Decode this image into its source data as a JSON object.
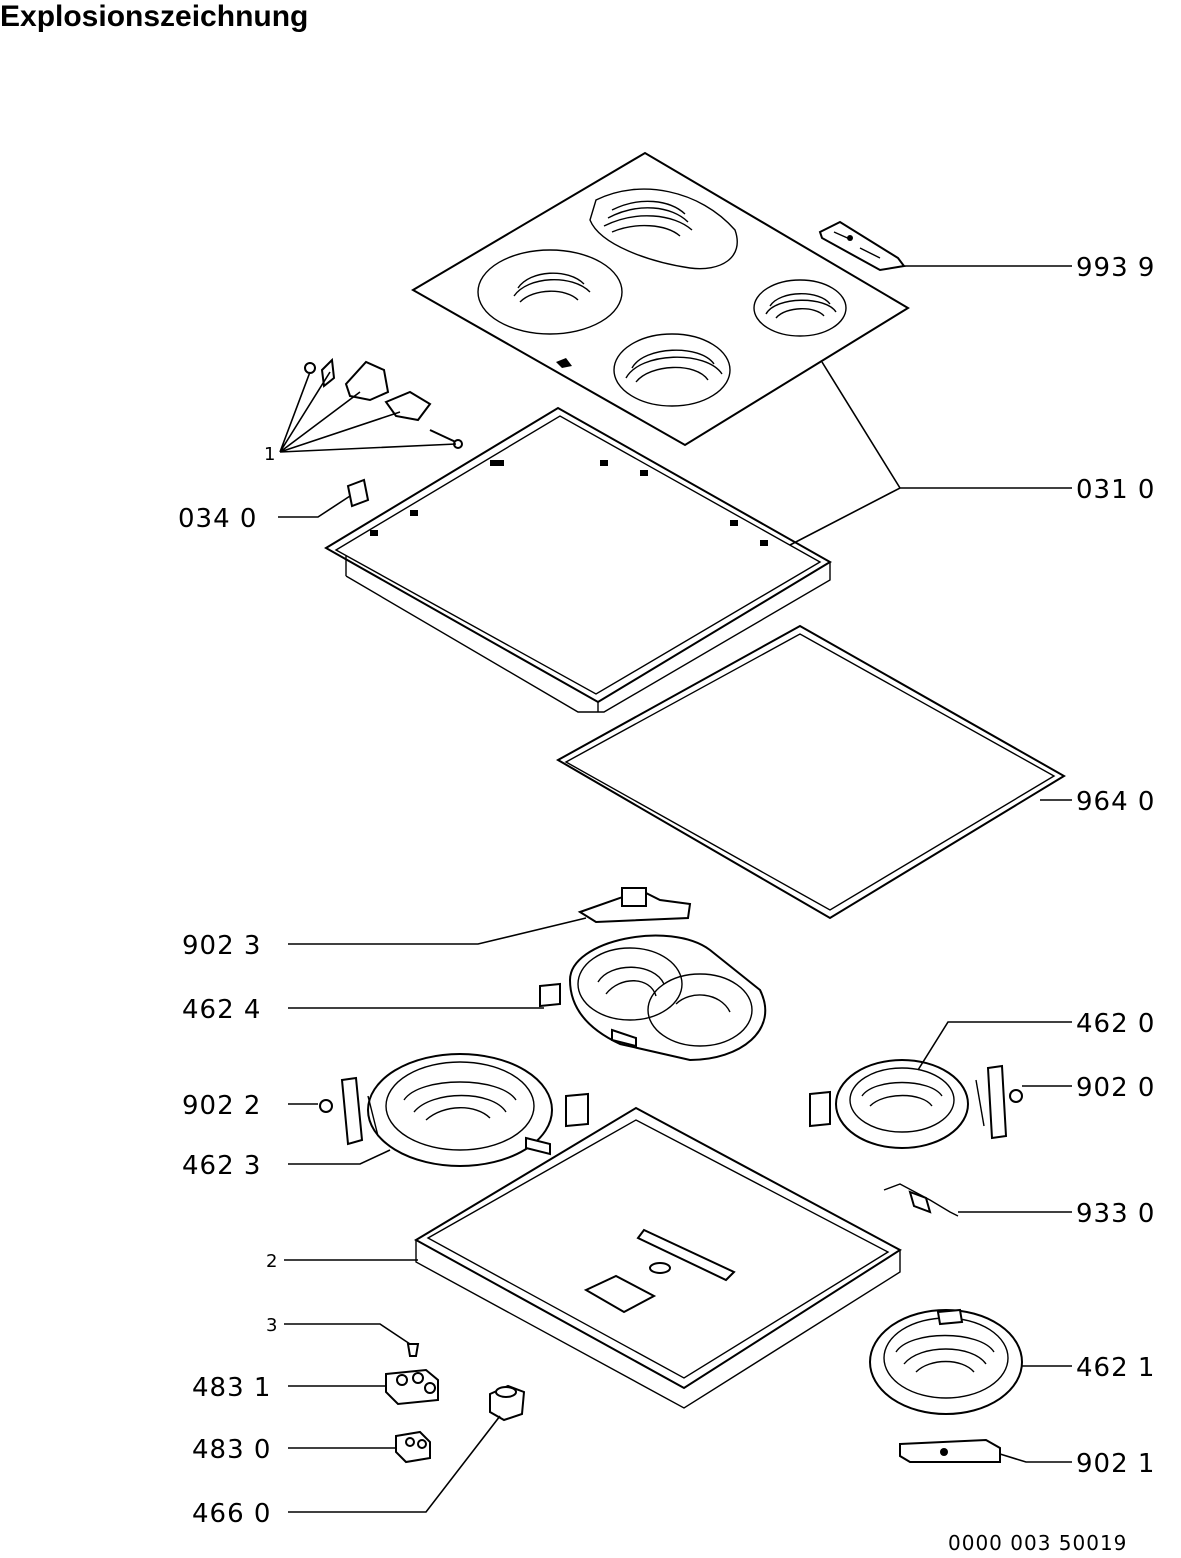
{
  "title": "Explosionszeichnung",
  "drawing_code": "0000 003 50019",
  "callouts": {
    "p9939": "993 9",
    "p0310": "031 0",
    "p0340": "034 0",
    "p1": "1",
    "p9640": "964 0",
    "p9023": "902 3",
    "p4624": "462 4",
    "p4620": "462 0",
    "p9022": "902 2",
    "p9020": "902 0",
    "p4623": "462 3",
    "p9330": "933 0",
    "p2": "2",
    "p3": "3",
    "p4621": "462 1",
    "p4831": "483 1",
    "p4830": "483 0",
    "p9021": "902 1",
    "p4660": "466 0"
  }
}
